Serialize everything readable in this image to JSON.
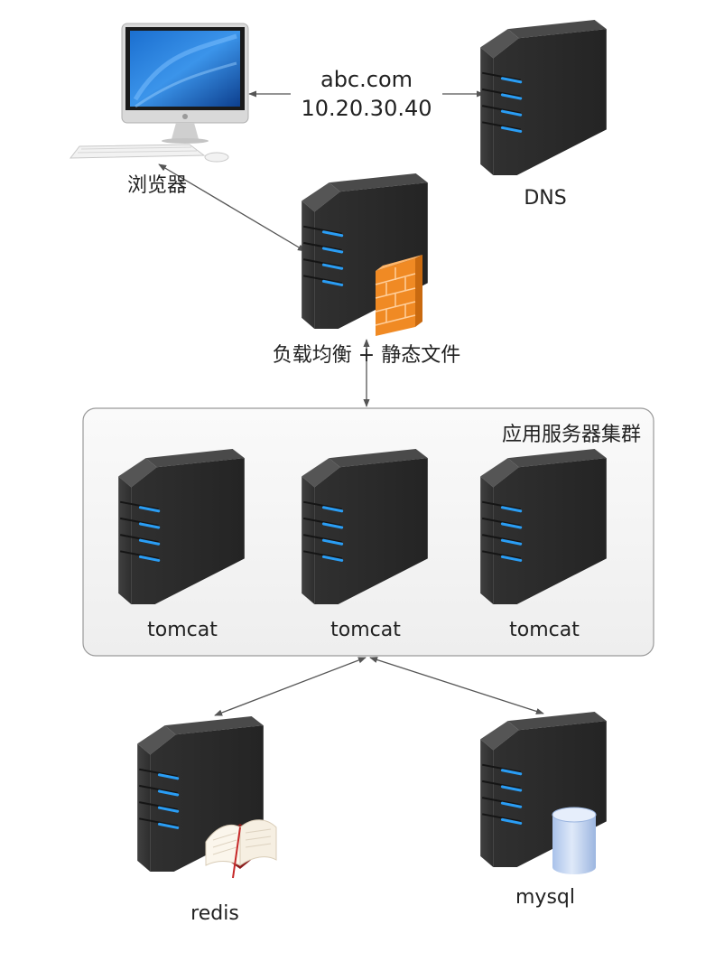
{
  "colors": {
    "server_body": "#2b2b2b",
    "server_side": "#3c3c3c",
    "server_top": "#4a4a4a",
    "led_blue": "#2a9df4",
    "firewall_orange": "#f08a24",
    "connector_line": "#555555",
    "cluster_fill": "#f3f3f3",
    "cluster_border": "#9a9a9a",
    "database_blue": "#c9d9f2"
  },
  "browser": {
    "icon": "desktop-computer-icon",
    "label": "浏览器"
  },
  "dns": {
    "icon": "server-icon",
    "label": "DNS",
    "domain": "abc.com",
    "ip": "10.20.30.40"
  },
  "load_balancer": {
    "icon": "server-icon",
    "badge_icon": "firewall-icon",
    "label": "负载均衡 + 静态文件"
  },
  "cluster": {
    "title": "应用服务器集群",
    "nodes": [
      {
        "icon": "server-icon",
        "label": "tomcat"
      },
      {
        "icon": "server-icon",
        "label": "tomcat"
      },
      {
        "icon": "server-icon",
        "label": "tomcat"
      }
    ]
  },
  "redis": {
    "icon": "server-icon",
    "badge_icon": "book-icon",
    "label": "redis"
  },
  "mysql": {
    "icon": "server-icon",
    "badge_icon": "database-icon",
    "label": "mysql"
  }
}
